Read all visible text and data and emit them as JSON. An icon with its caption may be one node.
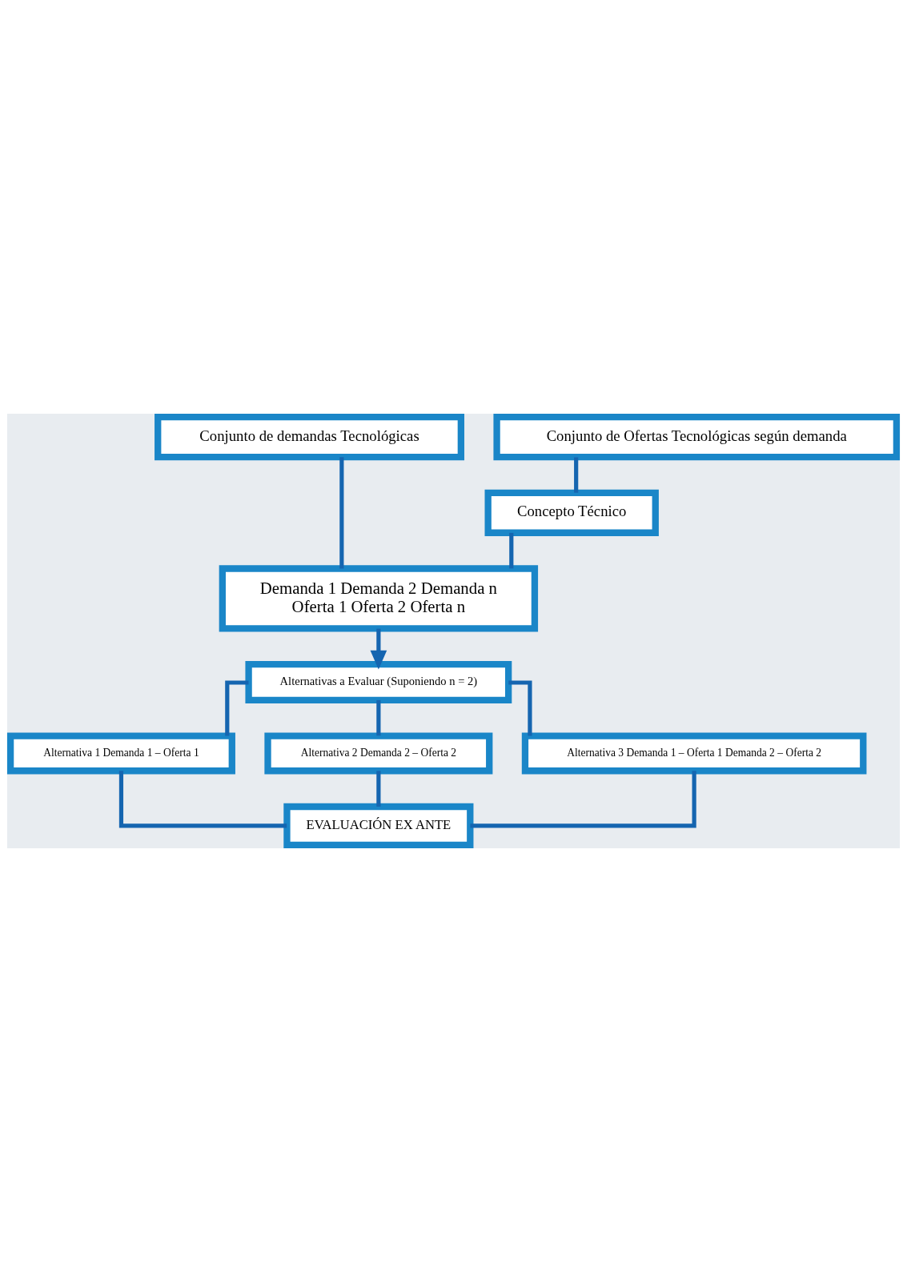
{
  "diagram": {
    "nodes": [
      {
        "text": [
          "Conjunto de demandas Tecnológicas"
        ]
      },
      {
        "text": [
          "Conjunto de Ofertas Tecnológicas según demanda"
        ]
      },
      {
        "text": [
          "Concepto Técnico"
        ]
      },
      {
        "text": [
          "Demanda 1 Demanda 2 Demanda n",
          "Oferta 1 Oferta 2 Oferta n"
        ]
      },
      {
        "text": [
          "Alternativas a Evaluar (Suponiendo n = 2)"
        ]
      },
      {
        "text": [
          "Alternativa 1 Demanda 1 – Oferta 1"
        ]
      },
      {
        "text": [
          "Alternativa 2 Demanda 2 – Oferta 2"
        ]
      },
      {
        "text": [
          "Alternativa 3 Demanda 1 – Oferta 1 Demanda 2 – Oferta 2"
        ]
      },
      {
        "text": [
          "EVALUACIÓN EX ANTE"
        ]
      }
    ],
    "edges": [
      {
        "from": 0,
        "to": 3,
        "arrow": "none"
      },
      {
        "from": 1,
        "to": 2,
        "arrow": "none"
      },
      {
        "from": 2,
        "to": 3,
        "arrow": "none"
      },
      {
        "from": 3,
        "to": 4,
        "arrow": "to"
      },
      {
        "from": 4,
        "to": 5,
        "arrow": "none"
      },
      {
        "from": 4,
        "to": 6,
        "arrow": "none"
      },
      {
        "from": 4,
        "to": 7,
        "arrow": "none"
      },
      {
        "from": 5,
        "to": 8,
        "arrow": "none"
      },
      {
        "from": 6,
        "to": 8,
        "arrow": "none"
      },
      {
        "from": 7,
        "to": 8,
        "arrow": "none"
      }
    ]
  }
}
